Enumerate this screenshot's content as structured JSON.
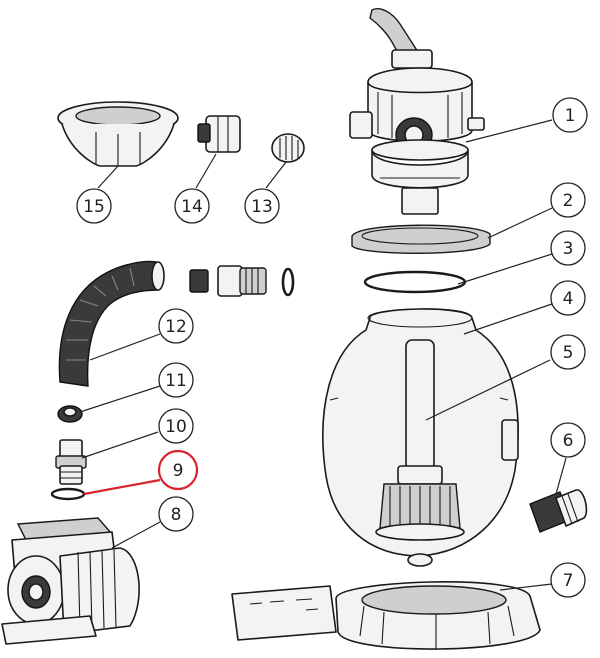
{
  "diagram": {
    "highlight_color": "#d9232e",
    "line_color": "#1a1a1a",
    "highlighted_part": "9",
    "callouts": [
      {
        "label": "1"
      },
      {
        "label": "2"
      },
      {
        "label": "3"
      },
      {
        "label": "4"
      },
      {
        "label": "5"
      },
      {
        "label": "6"
      },
      {
        "label": "7"
      },
      {
        "label": "8"
      },
      {
        "label": "9"
      },
      {
        "label": "10"
      },
      {
        "label": "11"
      },
      {
        "label": "12"
      },
      {
        "label": "13"
      },
      {
        "label": "14"
      },
      {
        "label": "15"
      }
    ]
  }
}
